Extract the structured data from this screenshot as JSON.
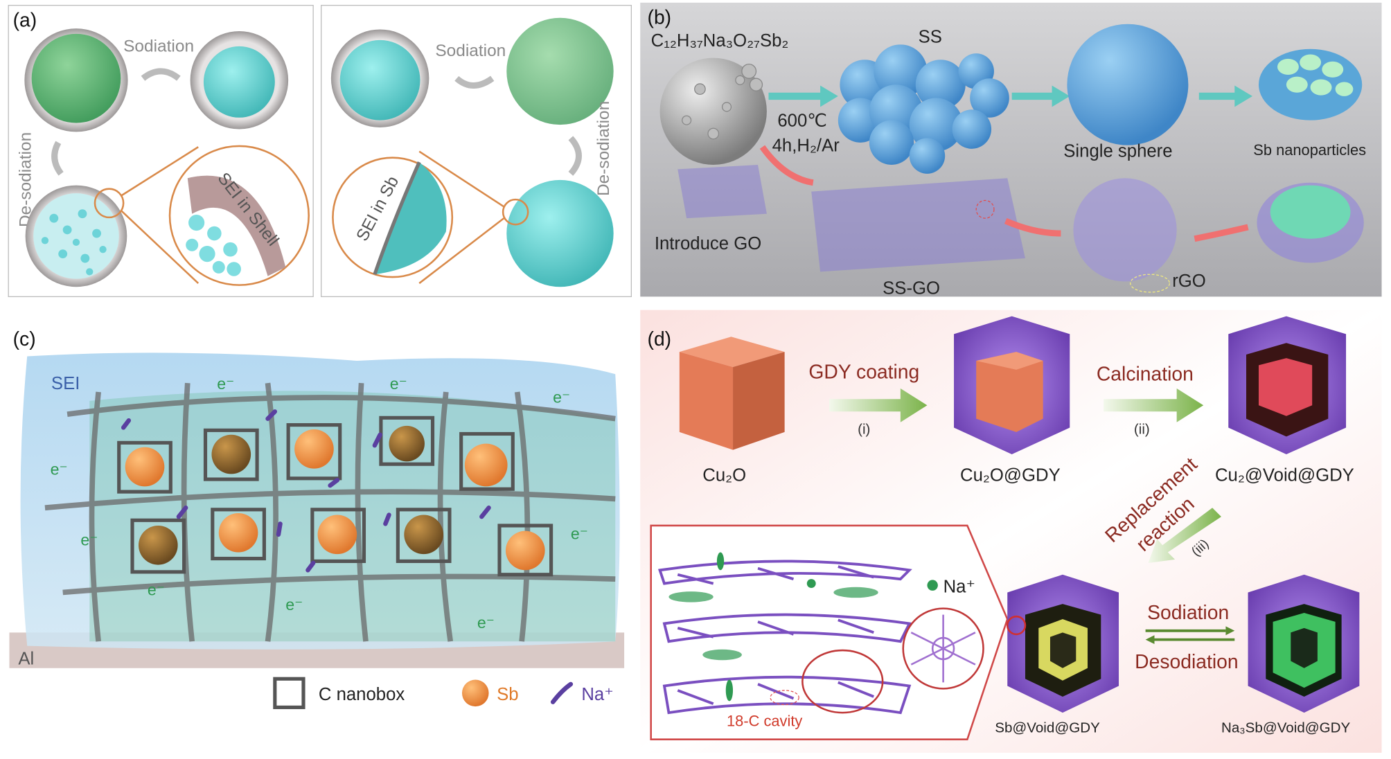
{
  "panel_a": {
    "label": "(a)",
    "left": {
      "sodiation": "Sodiation",
      "desodiation": "De-sodiation",
      "zoom_text": "SEI in Shell"
    },
    "right": {
      "sodiation": "Sodiation",
      "desodiation": "De-sodiation",
      "zoom_text": "SEI in Sb"
    }
  },
  "panel_b": {
    "label": "(b)",
    "precursor": "C₁₂H₃₇Na₃O₂₇Sb₂",
    "ss": "SS",
    "condition_temp": "600℃",
    "condition_gas": "4h,H₂/Ar",
    "single_sphere": "Single sphere",
    "sb_nanoparticles": "Sb nanoparticles",
    "introduce_go": "Introduce GO",
    "ss_go": "SS-GO",
    "rgo": "rGO"
  },
  "panel_c": {
    "label": "(c)",
    "sei": "SEI",
    "electron": "e⁻",
    "al": "Al",
    "legend": {
      "nanobox": "C nanobox",
      "sb": "Sb",
      "na": "Na⁺"
    }
  },
  "panel_d": {
    "label": "(d)",
    "cu2o": "Cu₂O",
    "step1": "GDY coating",
    "step1_num": "(i)",
    "cu2o_gdy": "Cu₂O@GDY",
    "step2": "Calcination",
    "step2_num": "(ii)",
    "cu2_void_gdy": "Cu₂@Void@GDY",
    "step3_line1": "Replacement",
    "step3_line2": "reaction",
    "step3_num": "(iii)",
    "na_ion": "Na⁺",
    "cavity": "18-C cavity",
    "sb_void_gdy": "Sb@Void@GDY",
    "sodiation": "Sodiation",
    "desodiation": "Desodiation",
    "na3sb_void_gdy": "Na₃Sb@Void@GDY"
  },
  "colors": {
    "text_red": "#8b2b22",
    "panel_b_bg": "#b9b9bd",
    "panel_d_bg": "#fbe4e2",
    "sb_orange": "#f08a4a",
    "gdy_purple": "#7a4fc0"
  }
}
